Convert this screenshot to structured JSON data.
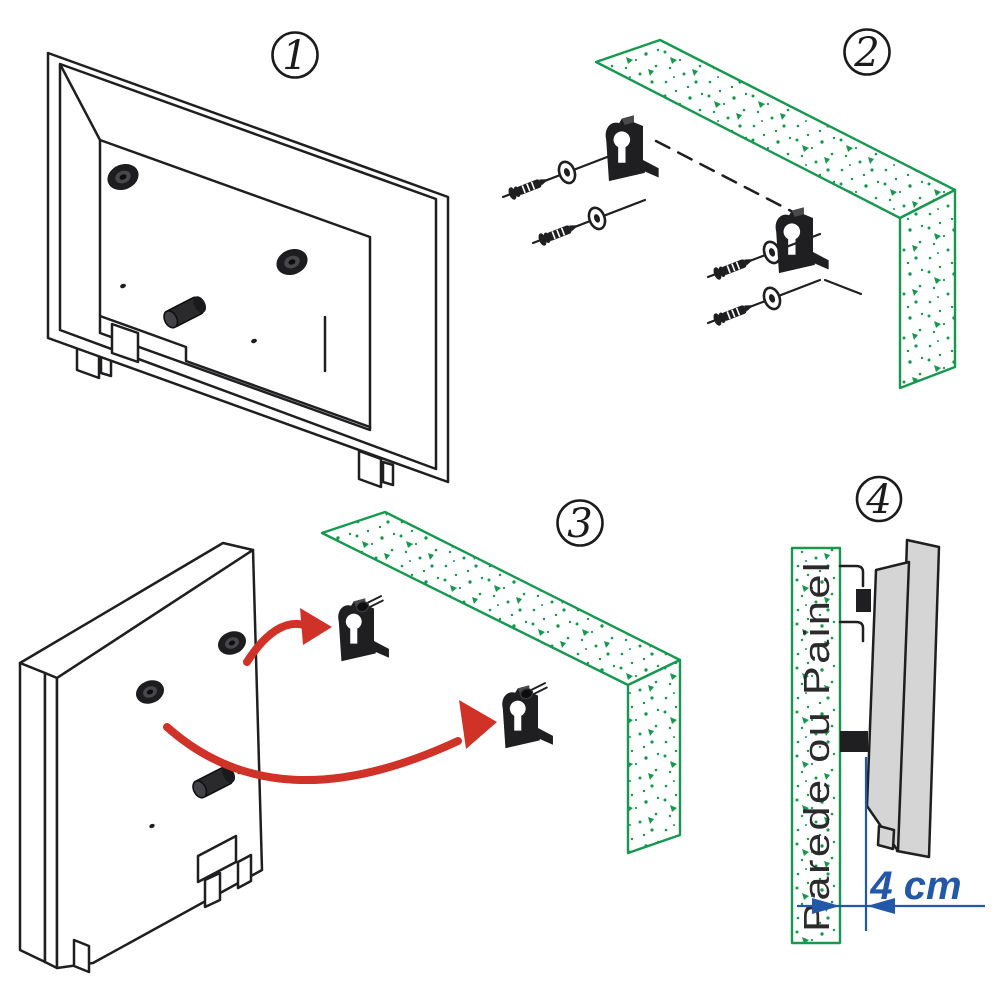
{
  "diagram": {
    "steps": [
      {
        "number": "1"
      },
      {
        "number": "2"
      },
      {
        "number": "3"
      },
      {
        "number": "4"
      }
    ],
    "labels": {
      "wall": "Parede ou Painel",
      "distance": "4 cm"
    },
    "colors": {
      "wall_green": "#16994f",
      "arrow_red": "#d13228",
      "dimension_blue": "#2357a8",
      "ink": "#1f1f21",
      "tv_gray": "#d4d5d4"
    }
  }
}
